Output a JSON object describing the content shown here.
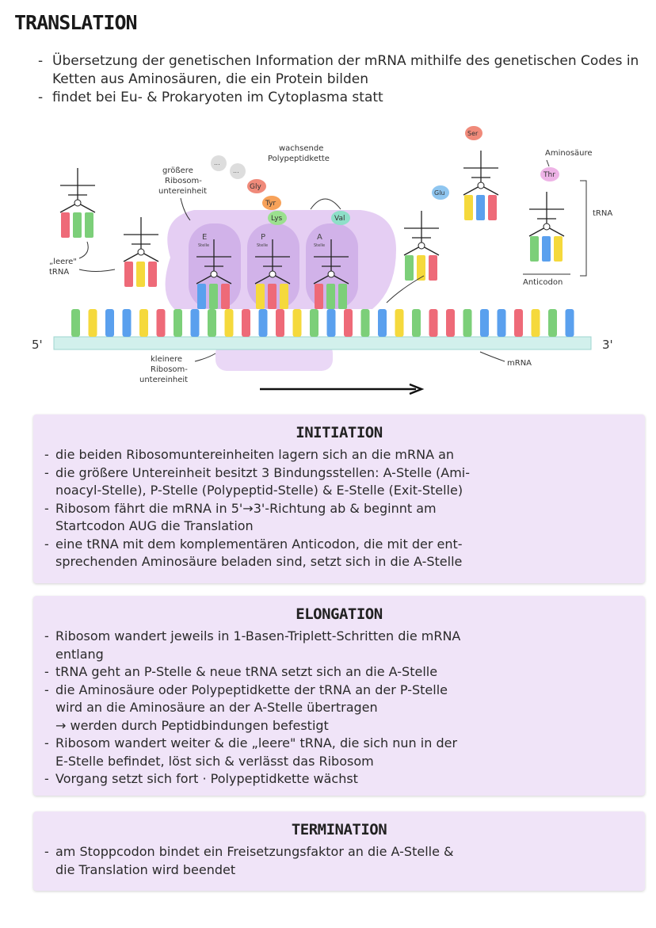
{
  "title": "TRANSLATION",
  "intro": [
    "Übersetzung der genetischen Information der mRNA mithilfe des genetischen Codes in Ketten aus Aminosäuren, die ein Protein bilden",
    "findet bei Eu- & Prokaryoten im Cytoplasma statt"
  ],
  "diagram": {
    "label_grosse": [
      "größere",
      "Ribosom-",
      "untereinheit"
    ],
    "label_wachsende": [
      "wachsende",
      "Polypeptidkette"
    ],
    "label_leere": [
      "„leere\"",
      "tRNA"
    ],
    "label_kleinere": [
      "kleinere",
      "Ribosom-",
      "untereinheit"
    ],
    "label_aminosaeure": "Aminosäure",
    "label_trna": "tRNA",
    "label_anticodon": "Anticodon",
    "label_mrna": "mRNA",
    "end5": "5'",
    "end3": "3'",
    "sites": [
      "E",
      "P",
      "A"
    ],
    "site_sub": "Stelle",
    "chain_dots": [
      "...",
      "..."
    ],
    "amino": {
      "gly": "Gly",
      "tyr": "Tyr",
      "lys": "Lys",
      "val": "Val",
      "glu": "Glu",
      "ser": "Ser",
      "thr": "Thr"
    },
    "colors": {
      "green": "#7ccf79",
      "yellow": "#f5d93c",
      "blue": "#5aa0ee",
      "red": "#ee6a78",
      "ribo_large": "#e2c9f2",
      "ribo_small": "#ead8f6",
      "site": "#c9a8e6",
      "mrna": "#d2f0ec"
    }
  },
  "sections": [
    {
      "heading": "INITIATION",
      "items": [
        {
          "dash": "-",
          "text": "die beiden Ribosomuntereinheiten lagern sich an die mRNA an"
        },
        {
          "dash": "-",
          "text": "die größere Untereinheit besitzt 3 Bindungsstellen: A-Stelle (Ami-"
        },
        {
          "dash": "",
          "text": "noacyl-Stelle), P-Stelle (Polypeptid-Stelle) & E-Stelle (Exit-Stelle)"
        },
        {
          "dash": "-",
          "text": "Ribosom fährt die mRNA in 5'→3'-Richtung ab & beginnt am"
        },
        {
          "dash": "",
          "text": "Startcodon AUG die Translation"
        },
        {
          "dash": "-",
          "text": "eine tRNA mit dem komplementären Anticodon, die mit der ent-"
        },
        {
          "dash": "",
          "text": "sprechenden Aminosäure beladen sind, setzt sich in die A-Stelle"
        }
      ]
    },
    {
      "heading": "ELONGATION",
      "items": [
        {
          "dash": "-",
          "text": "Ribosom wandert jeweils in 1-Basen-Triplett-Schritten die mRNA"
        },
        {
          "dash": "",
          "text": "entlang"
        },
        {
          "dash": "-",
          "text": "tRNA geht an P-Stelle & neue tRNA setzt sich an die A-Stelle"
        },
        {
          "dash": "-",
          "text": "die Aminosäure oder Polypeptidkette der tRNA an der P-Stelle"
        },
        {
          "dash": "",
          "text": "wird an die Aminosäure an der A-Stelle übertragen"
        },
        {
          "dash": "",
          "text": "→ werden durch Peptidbindungen befestigt"
        },
        {
          "dash": "-",
          "text": "Ribosom wandert weiter & die „leere\" tRNA, die sich nun in der"
        },
        {
          "dash": "",
          "text": "E-Stelle befindet, löst sich & verlässt das Ribosom"
        },
        {
          "dash": "-",
          "text": "Vorgang setzt sich fort · Polypeptidkette wächst"
        }
      ]
    },
    {
      "heading": "TERMINATION",
      "items": [
        {
          "dash": "-",
          "text": "am Stoppcodon bindet ein Freisetzungsfaktor an die A-Stelle &"
        },
        {
          "dash": "",
          "text": "die Translation wird beendet"
        }
      ]
    }
  ]
}
